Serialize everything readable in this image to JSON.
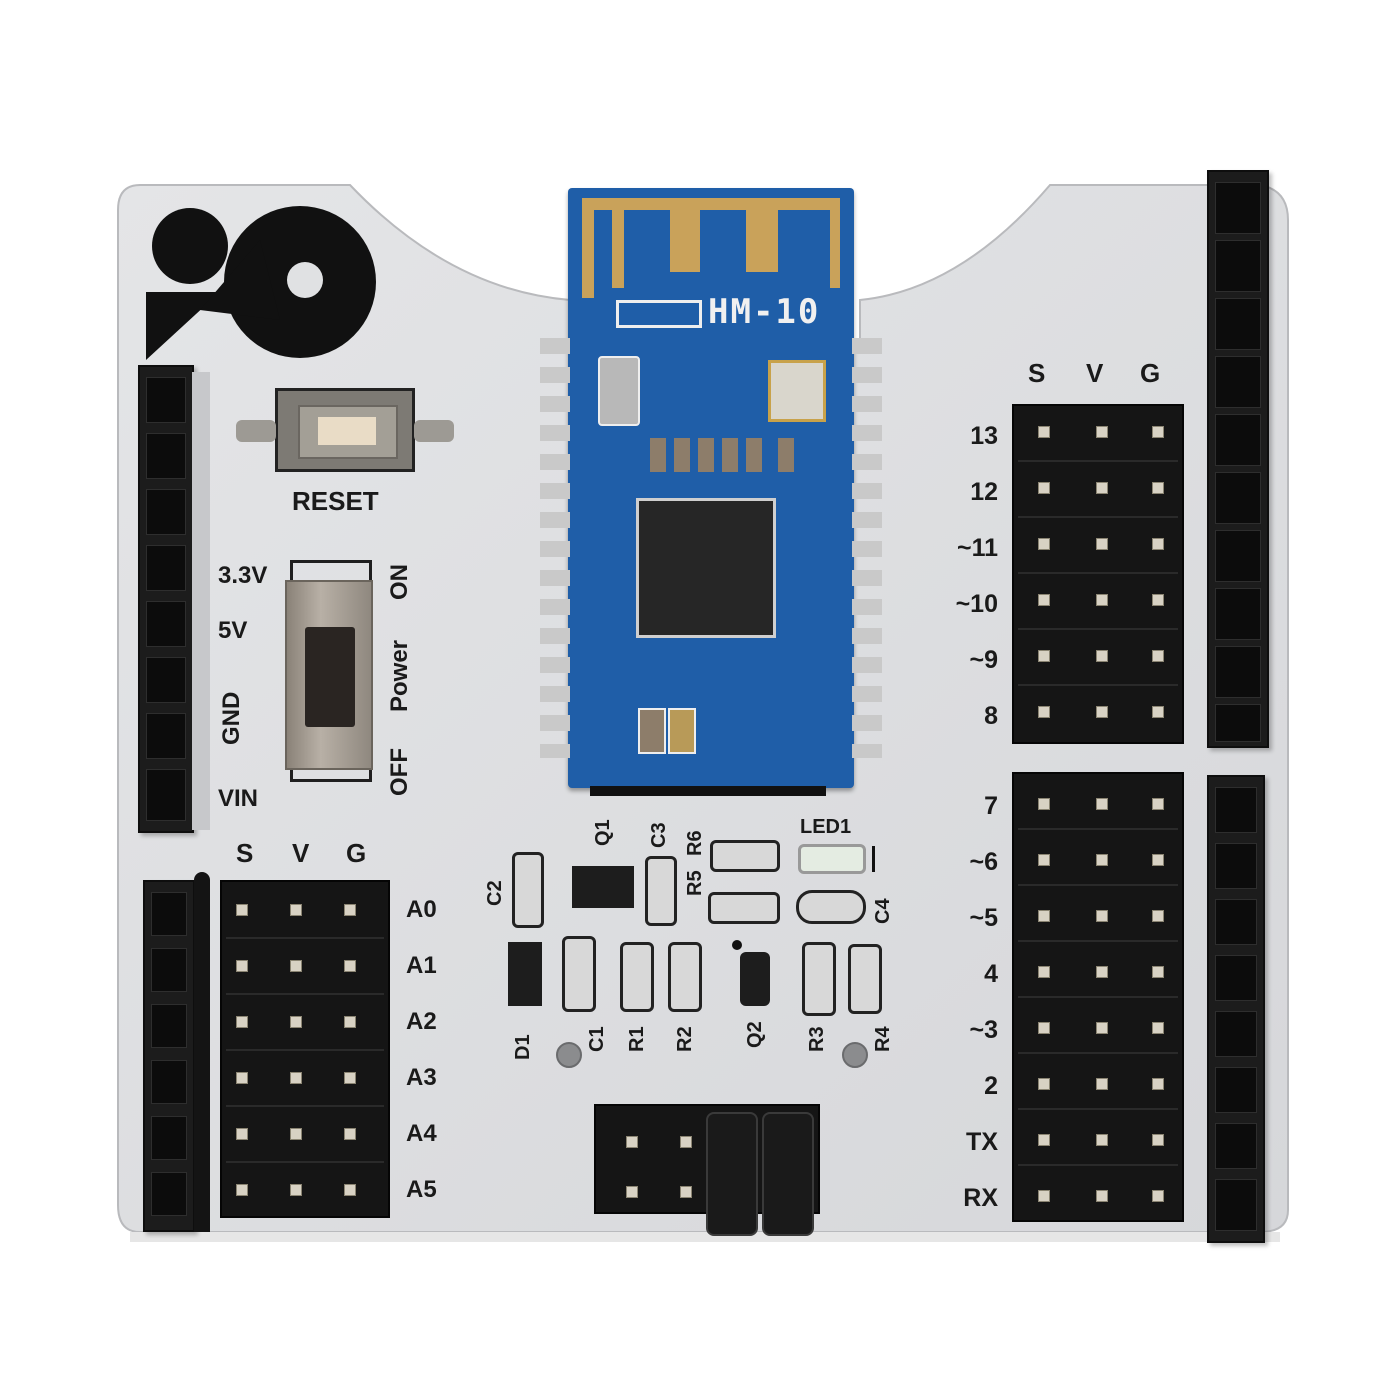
{
  "image": {
    "subject": "Bluetooth shield board with HM-10 module",
    "background_color": "#ffffff",
    "board_color": "#dfe0e2",
    "module_color": "#1f5ea8",
    "antenna_color": "#c9a25a"
  },
  "module": {
    "label": "HM-10"
  },
  "reset": {
    "label": "RESET"
  },
  "power_switch": {
    "on_label": "ON",
    "power_label": "Power",
    "off_label": "OFF",
    "rail_labels": [
      "3.3V",
      "5V",
      "GND",
      "VIN"
    ]
  },
  "analog_header": {
    "column_labels": [
      "S",
      "V",
      "G"
    ],
    "row_labels": [
      "A0",
      "A1",
      "A2",
      "A3",
      "A4",
      "A5"
    ]
  },
  "digital_header_top": {
    "column_labels": [
      "S",
      "V",
      "G"
    ],
    "row_labels": [
      "13",
      "12",
      "~11",
      "~10",
      "~9",
      "8"
    ]
  },
  "digital_header_bottom": {
    "row_labels": [
      "7",
      "~6",
      "~5",
      "4",
      "~3",
      "2",
      "TX",
      "RX"
    ]
  },
  "components": {
    "labels": [
      "C2",
      "Q1",
      "C3",
      "R5",
      "R6",
      "LED1",
      "C4",
      "D1",
      "C1",
      "R1",
      "R2",
      "Q2",
      "R3",
      "R4"
    ]
  }
}
